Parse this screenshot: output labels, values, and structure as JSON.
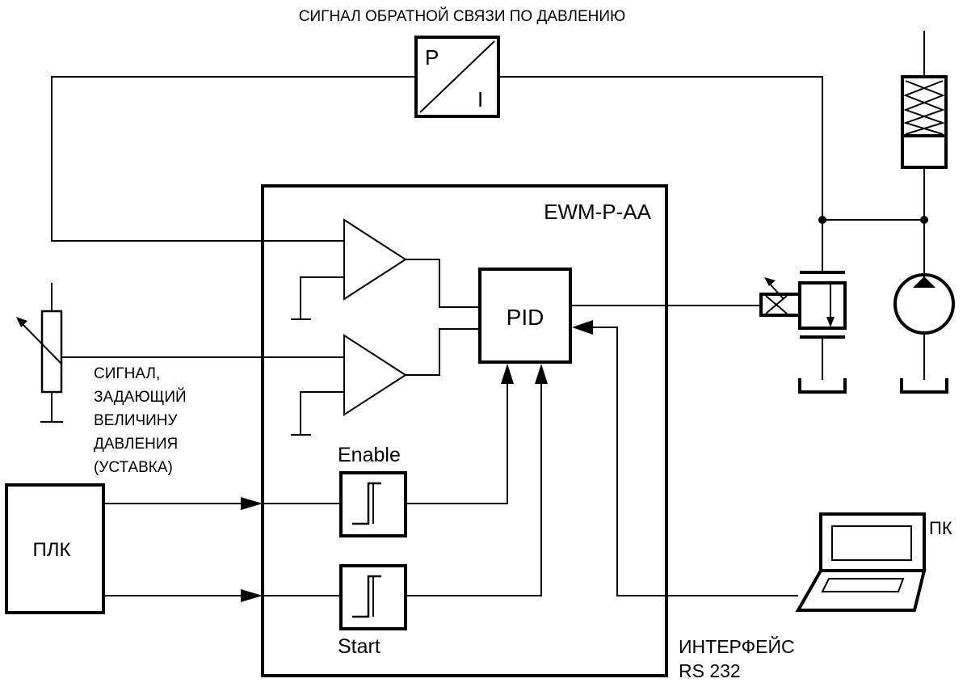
{
  "labels": {
    "feedback_title": "СИГНАЛ ОБРАТНОЙ СВЯЗИ ПО ДАВЛЕНИЮ",
    "transducer_p": "P",
    "transducer_i": "I",
    "module_name": "EWM-P-AA",
    "pid": "PID",
    "enable": "Enable",
    "start": "Start",
    "plc": "ПЛК",
    "pc": "ПК",
    "setpoint_lines": [
      "СИГНАЛ,",
      "ЗАДАЮЩИЙ",
      "ВЕЛИЧИНУ",
      "ДАВЛЕНИЯ",
      "(УСТАВКА)"
    ],
    "interface_lines": [
      "ИНТЕРФЕЙС",
      "RS 232"
    ]
  }
}
